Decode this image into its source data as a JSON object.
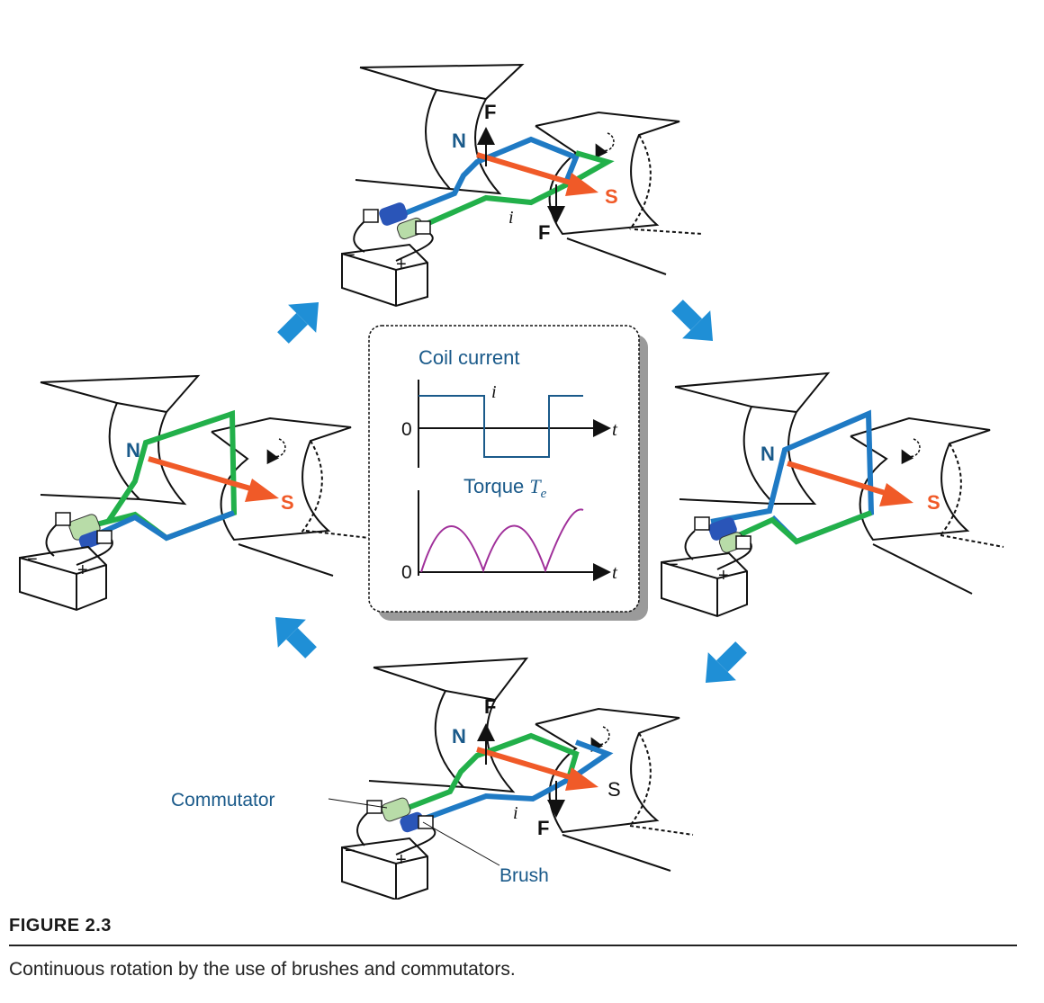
{
  "figure": {
    "number": "FIGURE 2.3",
    "caption": "Continuous rotation by the use of brushes and commutators."
  },
  "labels": {
    "north": "N",
    "south": "S",
    "force": "F",
    "current": "i",
    "commutator": "Commutator",
    "brush": "Brush",
    "minus": "−",
    "plus": "+"
  },
  "inset": {
    "current_title": "Coil current",
    "current_symbol": "i",
    "zero": "0",
    "time_symbol": "t",
    "torque_title": "Torque",
    "torque_symbol": "T",
    "torque_subscript": "e"
  },
  "colors": {
    "coil_blue": "#1f7ac4",
    "coil_green": "#22b04a",
    "field_arrow": "#f05a28",
    "north_label": "#1a5a8a",
    "south_label": "#f05a28",
    "cycle_arrow": "#1f8fd6",
    "torque_curve": "#a0309a",
    "current_curve": "#1a5a8a"
  },
  "chart_data": [
    {
      "type": "line",
      "title": "Coil current",
      "ylabel": "i",
      "xlabel": "t",
      "series": [
        {
          "name": "i",
          "description_values": [
            1,
            1,
            -1,
            -1,
            1,
            1
          ]
        }
      ]
    },
    {
      "type": "line",
      "title": "Torque Te",
      "xlabel": "t",
      "series": [
        {
          "name": "Te",
          "description_values": [
            0,
            1,
            0,
            1,
            0,
            1
          ]
        }
      ]
    }
  ]
}
